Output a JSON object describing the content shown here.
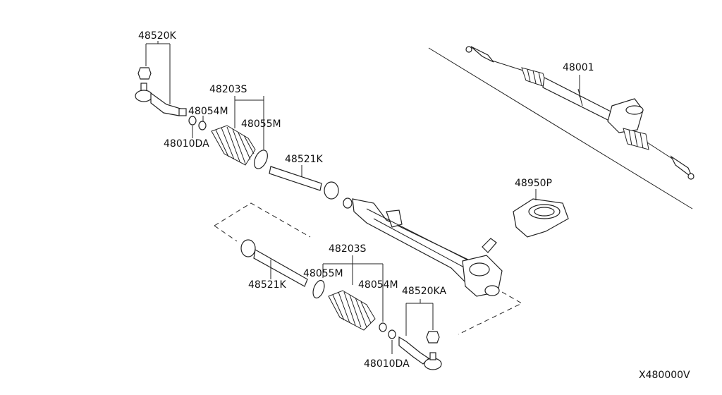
{
  "labels": {
    "tie_rod_end_lh": "48520K",
    "boot_top": "48203S",
    "clamp_top": "48054M",
    "band_top": "48055M",
    "nut_top": "48010DA",
    "inner_socket_top": "48521K",
    "gear_assy": "48001",
    "mount_insulator": "48950P",
    "boot_bottom": "48203S",
    "band_bottom": "48055M",
    "clamp_bottom": "48054M",
    "inner_socket_bottom": "48521K",
    "tie_rod_end_rh": "48520KA",
    "nut_bottom": "48010DA",
    "diagram_code": "X480000V"
  }
}
